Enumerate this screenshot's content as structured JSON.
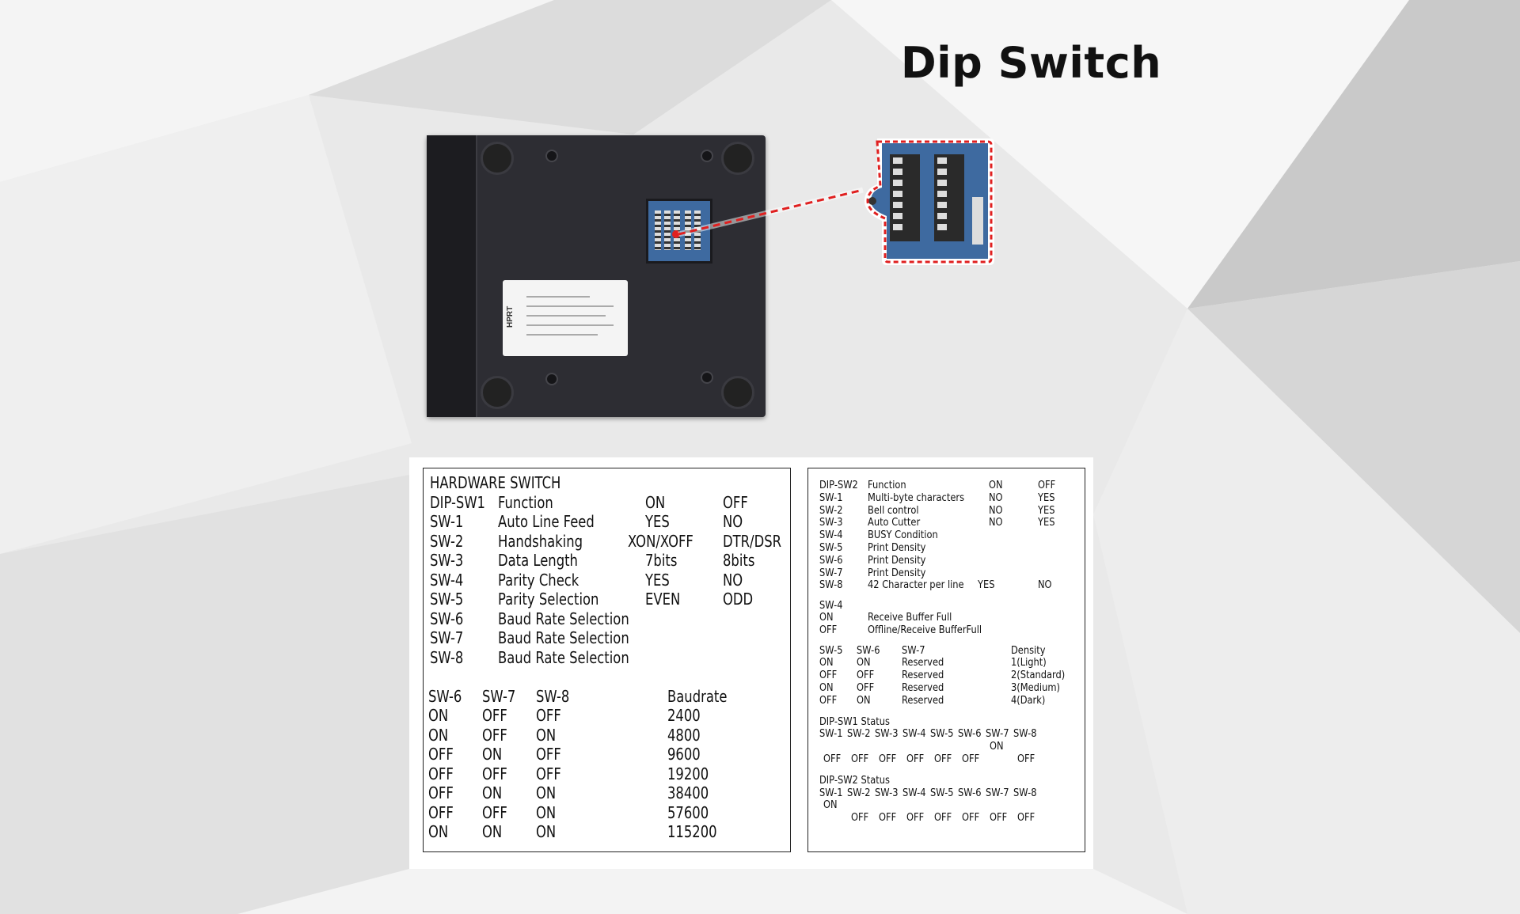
{
  "title": "Dip Switch",
  "colors": {
    "callout_dash": "#e02020",
    "dip_board": "#3e6aa0"
  },
  "label_brand": "HPRT",
  "hardware_switch": {
    "heading": "HARDWARE SWITCH",
    "header": [
      "DIP-SW1",
      "Function",
      "ON",
      "OFF"
    ],
    "rows": [
      [
        "SW-1",
        "Auto Line Feed",
        "YES",
        "NO"
      ],
      [
        "SW-2",
        "Handshaking",
        "XON/XOFF",
        "DTR/DSR"
      ],
      [
        "SW-3",
        "Data Length",
        "7bits",
        "8bits"
      ],
      [
        "SW-4",
        "Parity Check",
        "YES",
        "NO"
      ],
      [
        "SW-5",
        "Parity Selection",
        "EVEN",
        "ODD"
      ],
      [
        "SW-6",
        "Baud Rate Selection",
        "",
        ""
      ],
      [
        "SW-7",
        "Baud Rate Selection",
        "",
        ""
      ],
      [
        "SW-8",
        "Baud Rate Selection",
        "",
        ""
      ]
    ],
    "baud_header": [
      "SW-6",
      "SW-7",
      "SW-8",
      "Baudrate"
    ],
    "baud_rows": [
      [
        "ON",
        "OFF",
        "OFF",
        "2400"
      ],
      [
        "ON",
        "OFF",
        "ON",
        "4800"
      ],
      [
        "OFF",
        "ON",
        "OFF",
        "9600"
      ],
      [
        "OFF",
        "OFF",
        "OFF",
        "19200"
      ],
      [
        "OFF",
        "ON",
        "ON",
        "38400"
      ],
      [
        "OFF",
        "OFF",
        "ON",
        "57600"
      ],
      [
        "ON",
        "ON",
        "ON",
        "115200"
      ]
    ]
  },
  "dip_sw2": {
    "header": [
      "DIP-SW2",
      "Function",
      "ON",
      "OFF"
    ],
    "rows": [
      [
        "SW-1",
        "Multi-byte characters",
        "NO",
        "YES"
      ],
      [
        "SW-2",
        "Bell control",
        "NO",
        "YES"
      ],
      [
        "SW-3",
        "Auto Cutter",
        "NO",
        "YES"
      ],
      [
        "SW-4",
        "BUSY Condition",
        "",
        ""
      ],
      [
        "SW-5",
        "Print Density",
        "",
        ""
      ],
      [
        "SW-6",
        "Print Density",
        "",
        ""
      ],
      [
        "SW-7",
        "Print Density",
        "",
        ""
      ],
      [
        "SW-8",
        "42 Character per line",
        "YES",
        "NO"
      ]
    ],
    "sw4_title": "SW-4",
    "sw4_rows": [
      [
        "ON",
        "Receive Buffer Full"
      ],
      [
        "OFF",
        "Offline/Receive BufferFull"
      ]
    ],
    "density_header": [
      "SW-5",
      "SW-6",
      "SW-7",
      "Density"
    ],
    "density_rows": [
      [
        "ON",
        "ON",
        "Reserved",
        "1(Light)"
      ],
      [
        "OFF",
        "OFF",
        "Reserved",
        "2(Standard)"
      ],
      [
        "ON",
        "OFF",
        "Reserved",
        "3(Medium)"
      ],
      [
        "OFF",
        "ON",
        "Reserved",
        "4(Dark)"
      ]
    ],
    "status": [
      {
        "title": "DIP-SW1  Status",
        "switches": [
          "SW-1",
          "SW-2",
          "SW-3",
          "SW-4",
          "SW-5",
          "SW-6",
          "SW-7",
          "SW-8"
        ],
        "values": [
          "OFF",
          "OFF",
          "OFF",
          "OFF",
          "OFF",
          "OFF",
          "ON",
          "OFF"
        ]
      },
      {
        "title": "DIP-SW2  Status",
        "switches": [
          "SW-1",
          "SW-2",
          "SW-3",
          "SW-4",
          "SW-5",
          "SW-6",
          "SW-7",
          "SW-8"
        ],
        "values": [
          "ON",
          "OFF",
          "OFF",
          "OFF",
          "OFF",
          "OFF",
          "OFF",
          "OFF"
        ]
      }
    ]
  }
}
